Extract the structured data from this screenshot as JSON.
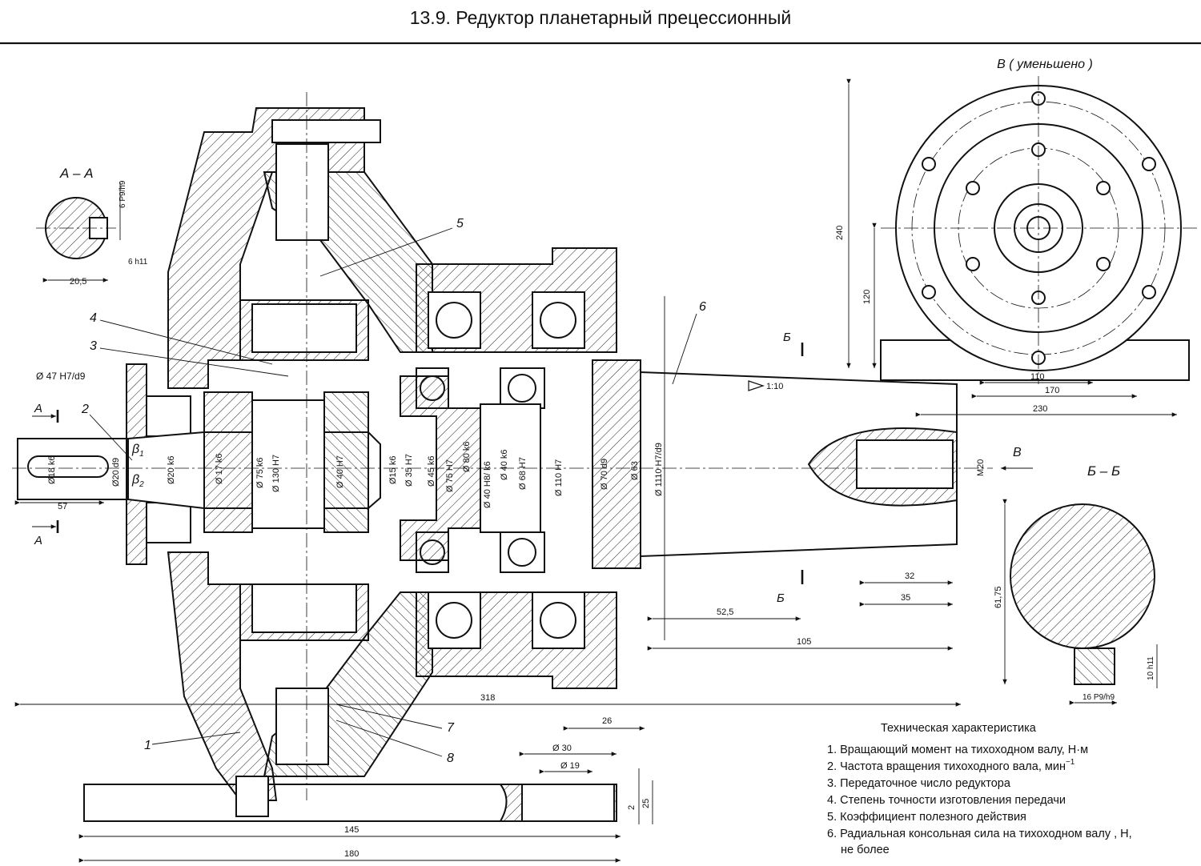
{
  "title": "13.9. Редуктор планетарный прецессионный",
  "views": {
    "view_aa": "А – А",
    "view_bb": "Б – Б",
    "view_v": "В ( уменьшено )"
  },
  "section_marks": {
    "a_top": "А",
    "a_bottom": "А",
    "b_top": "Б",
    "b_bottom": "Б",
    "v_arrow": "В"
  },
  "leaders": [
    "1",
    "2",
    "3",
    "4",
    "5",
    "6",
    "7",
    "8"
  ],
  "angles": {
    "beta1": "β",
    "beta1_sub": "1",
    "beta2": "β",
    "beta2_sub": "2"
  },
  "dimensions": {
    "d47": "Ø 47 H7/d9",
    "d18": "Ø18 k6",
    "d20d9": "Ø20 d9",
    "d20k6": "Ø20 k6",
    "d17": "Ø 17 k6",
    "d75k6": "Ø 75 k6",
    "d130": "Ø 130 H7",
    "d40h7": "Ø 40 H7",
    "d15": "Ø15 k6",
    "d35": "Ø 35 H7",
    "d45": "Ø 45 k6",
    "d75h7": "Ø 75 H7",
    "d80": "Ø 80 k6",
    "d40h8": "Ø 40 H8/ k6",
    "d40k6": "Ø 40 k6",
    "d68": "Ø 68 H7",
    "d110h7": "Ø 110 H7",
    "d70": "Ø 70 d9",
    "d63": "Ø 63",
    "d1110": "Ø 1110 H7/d9",
    "m20": "M20",
    "taper": "1:10",
    "d30": "Ø 30",
    "d19": "Ø 19",
    "dim_57": "57",
    "dim_318": "318",
    "dim_26": "26",
    "dim_145": "145",
    "dim_180": "180",
    "dim_2": "2",
    "dim_25": "25",
    "dim_32": "32",
    "dim_35": "35",
    "dim_52_5": "52,5",
    "dim_105": "105",
    "aa_6p9": "6 P9/h9",
    "aa_6h11": "6 h11",
    "aa_20_5": "20,5",
    "bb_61_75": "61,75",
    "bb_10h11": "10 h11",
    "bb_16p9": "16 P9/h9",
    "v_240": "240",
    "v_120": "120",
    "v_110": "110",
    "v_170": "170",
    "v_230": "230"
  },
  "specs": {
    "heading": "Техническая характеристика",
    "items": [
      "1. Вращающий момент на тихоходном валу, Н·м",
      "2. Частота вращения тихоходного вала, мин",
      "3. Передаточное число редуктора",
      "4. Степень точности изготовления передачи",
      "5. Коэффициент полезного действия",
      "6. Радиальная консольная сила на тихоходном валу , Н,"
    ],
    "item2_sup": "−1",
    "item6_cont": "не более"
  }
}
